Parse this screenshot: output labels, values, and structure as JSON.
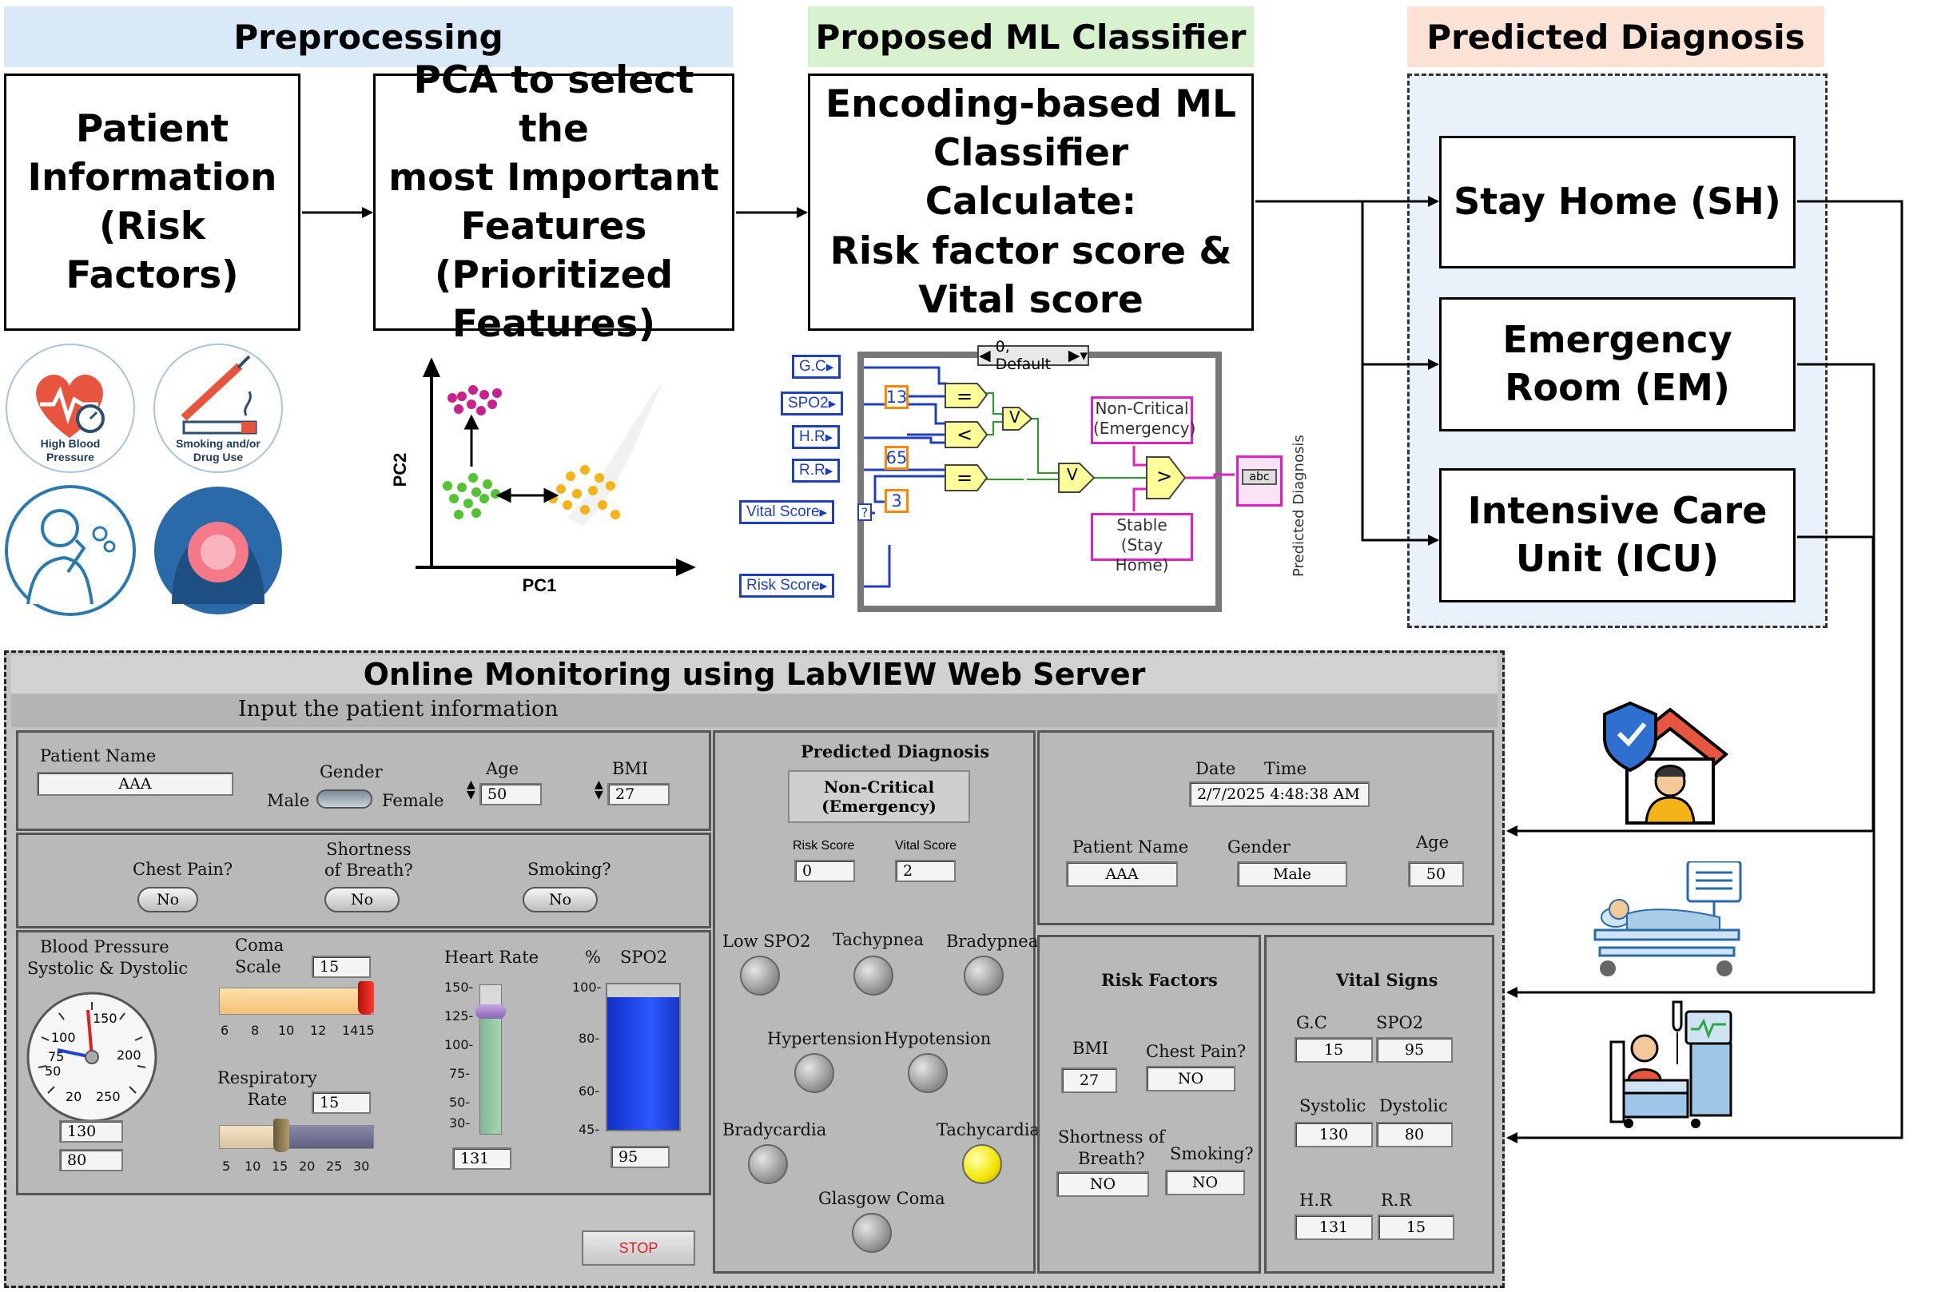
{
  "sections": {
    "preprocessing": "Preprocessing",
    "classifier": "Proposed ML Classifier",
    "diagnosis": "Predicted Diagnosis"
  },
  "boxes": {
    "patient_info": [
      "Patient",
      "Information",
      "(Risk Factors)"
    ],
    "pca": [
      "PCA to select the",
      "most Important",
      "Features",
      "(Prioritized",
      "Features)"
    ],
    "classifier": [
      "Encoding-based ML",
      "Classifier",
      "Calculate:",
      "Risk factor score &",
      "Vital score"
    ],
    "stay_home": "Stay Home (SH)",
    "emergency": [
      "Emergency",
      "Room (EM)"
    ],
    "icu": [
      "Intensive Care",
      "Unit (ICU)"
    ]
  },
  "risk_icons": {
    "high_bp": [
      "High Blood",
      "Pressure"
    ],
    "smoking": [
      "Smoking and/or",
      "Drug Use"
    ]
  },
  "pca_plot": {
    "xlabel": "PC1",
    "ylabel": "PC2"
  },
  "block_diagram": {
    "case_label": "0, Default",
    "terminals": [
      "G.C",
      "SPO2",
      "H.R",
      "R.R",
      "Vital Score",
      "Risk Score"
    ],
    "constants": [
      "13",
      "65",
      "3"
    ],
    "unknown": "?",
    "str_noncritical": [
      "Non-Critical",
      "(Emergency)"
    ],
    "str_stable": [
      "Stable",
      "(Stay Home)"
    ],
    "indicator": "abc",
    "output_label": "Predicted Diagnosis",
    "or_symbol": "V",
    "select_symbol": ">"
  },
  "monitor": {
    "title": "Online Monitoring using LabVIEW Web Server",
    "subtitle": "Input the patient information",
    "input": {
      "patient_name_label": "Patient Name",
      "patient_name": "AAA",
      "gender_label": "Gender",
      "male": "Male",
      "female": "Female",
      "age_label": "Age",
      "age": "50",
      "bmi_label": "BMI",
      "bmi": "27",
      "chest_pain_label": "Chest Pain?",
      "chest_pain": "No",
      "breath_label": [
        "Shortness",
        "of Breath?"
      ],
      "breath": "No",
      "smoking_label": "Smoking?",
      "smoking": "No",
      "bp_label": [
        "Blood Pressure",
        "Systolic & Dystolic"
      ],
      "gauge_ticks": [
        "50",
        "100",
        "150",
        "200",
        "250",
        "20",
        "75"
      ],
      "systolic": "130",
      "diastolic": "80",
      "coma_label": [
        "Coma",
        "Scale"
      ],
      "coma": "15",
      "coma_ticks": [
        "6",
        "8",
        "10",
        "12",
        "1415"
      ],
      "resp_label": [
        "Respiratory",
        "Rate"
      ],
      "resp": "15",
      "resp_ticks": [
        "5",
        "10",
        "15",
        "20",
        "25",
        "30"
      ],
      "hr_label": "Heart Rate",
      "hr_ticks": [
        "150-",
        "125-",
        "100-",
        "75-",
        "50-",
        "30-"
      ],
      "hr": "131",
      "hr_fraction": 0.82,
      "spo2_label": "SPO2",
      "spo2_unit": "%",
      "spo2_ticks": [
        "100-",
        "80-",
        "60-",
        "45-"
      ],
      "spo2": "95",
      "spo2_fraction": 0.91,
      "stop": "STOP"
    },
    "diagnosis": {
      "title": "Predicted Diagnosis",
      "value": [
        "Non-Critical",
        "(Emergency)"
      ],
      "risk_score_label": "Risk Score",
      "risk_score": "0",
      "vital_score_label": "Vital Score",
      "vital_score": "2",
      "leds": [
        {
          "label": "Low SPO2",
          "on": false
        },
        {
          "label": "Tachypnea",
          "on": false
        },
        {
          "label": "Bradypnea",
          "on": false
        },
        {
          "label": "Hypertension",
          "on": false
        },
        {
          "label": "Hypotension",
          "on": false
        },
        {
          "label": "Bradycardia",
          "on": false
        },
        {
          "label": "Tachycardia",
          "on": true
        },
        {
          "label": "Glasgow Coma",
          "on": false
        }
      ]
    },
    "summary": {
      "date_label": "Date",
      "time_label": "Time",
      "datetime": "2/7/2025 4:48:38 AM",
      "patient_name_label": "Patient Name",
      "patient_name": "AAA",
      "gender_label": "Gender",
      "gender": "Male",
      "age_label": "Age",
      "age": "50"
    },
    "risk_factors": {
      "title": "Risk Factors",
      "bmi_label": "BMI",
      "bmi": "27",
      "chest_label": "Chest Pain?",
      "chest": "NO",
      "breath_label": [
        "Shortness of",
        "Breath?"
      ],
      "breath": "NO",
      "smoking_label": "Smoking?",
      "smoking": "NO"
    },
    "vitals": {
      "title": "Vital Signs",
      "gc_label": "G.C",
      "gc": "15",
      "spo2_label": "SPO2",
      "spo2": "95",
      "sys_label": "Systolic",
      "sys": "130",
      "dys_label": "Dystolic",
      "dys": "80",
      "hr_label": "H.R",
      "hr": "131",
      "rr_label": "R.R",
      "rr": "15"
    }
  }
}
